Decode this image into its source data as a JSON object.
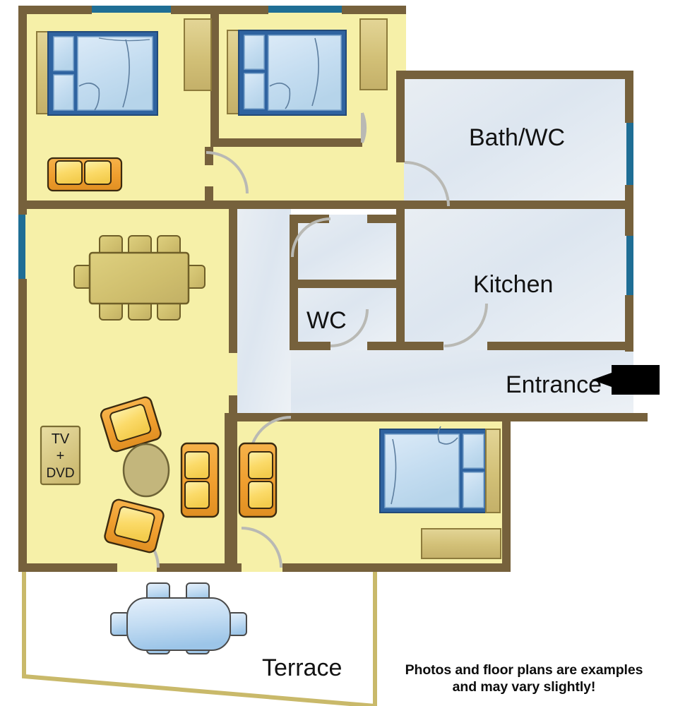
{
  "plan": {
    "title": "Apartment floor plan",
    "labels": {
      "bath_wc": "Bath/WC",
      "kitchen": "Kitchen",
      "wc": "WC",
      "entrance": "Entrance",
      "terrace": "Terrace",
      "tv_line1": "TV",
      "tv_line2": "+",
      "tv_line3": "DVD"
    },
    "disclaimer": {
      "line1": "Photos and floor plans are examples",
      "line2": "and may vary slightly!"
    },
    "colors": {
      "wall": "#76613c",
      "wall_dark": "#5e4c2e",
      "room_yellow": "#f6f0a8",
      "room_light": "#e5ebf1",
      "window_blue": "#1f6e95",
      "bed_frame": "#2f63a0",
      "bed_fill": "#c6ddef",
      "furniture_gold": "#d9c97f",
      "furniture_orange": "#f0a43c",
      "furniture_yellow": "#f7dd7a",
      "terrace_line": "#c9b96a",
      "terrace_table": "#b7d7ef",
      "arrow_black": "#000000",
      "text": "#121212"
    },
    "rooms": [
      {
        "name": "bedroom-1",
        "label": "",
        "floor": "yellow"
      },
      {
        "name": "bedroom-2",
        "label": "",
        "floor": "yellow"
      },
      {
        "name": "bedroom-3",
        "label": "",
        "floor": "yellow"
      },
      {
        "name": "bath-wc",
        "label": "Bath/WC",
        "floor": "light"
      },
      {
        "name": "kitchen",
        "label": "Kitchen",
        "floor": "light"
      },
      {
        "name": "wc",
        "label": "WC",
        "floor": "light"
      },
      {
        "name": "hallway",
        "label": "",
        "floor": "light"
      },
      {
        "name": "living-dining",
        "label": "",
        "floor": "yellow"
      },
      {
        "name": "terrace",
        "label": "Terrace",
        "floor": "white"
      }
    ],
    "furniture": [
      {
        "name": "double-bed-1",
        "room": "bedroom-1",
        "count": 1
      },
      {
        "name": "wardrobe-1",
        "room": "bedroom-1",
        "count": 1
      },
      {
        "name": "sofa-2seat",
        "room": "bedroom-1",
        "count": 1
      },
      {
        "name": "double-bed-2",
        "room": "bedroom-2",
        "count": 1
      },
      {
        "name": "wardrobe-2",
        "room": "bedroom-2",
        "count": 1
      },
      {
        "name": "double-bed-3",
        "room": "bedroom-3",
        "count": 1
      },
      {
        "name": "dresser-3",
        "room": "bedroom-3",
        "count": 1
      },
      {
        "name": "dining-table",
        "room": "living-dining",
        "chairs": 8
      },
      {
        "name": "armchair",
        "room": "living-dining",
        "count": 2
      },
      {
        "name": "coffee-table-oval",
        "room": "living-dining",
        "count": 1
      },
      {
        "name": "sofa-2seat-living",
        "room": "living-dining",
        "count": 2
      },
      {
        "name": "tv-dvd-unit",
        "room": "living-dining",
        "count": 1
      },
      {
        "name": "terrace-table",
        "room": "terrace",
        "chairs": 6
      }
    ]
  }
}
